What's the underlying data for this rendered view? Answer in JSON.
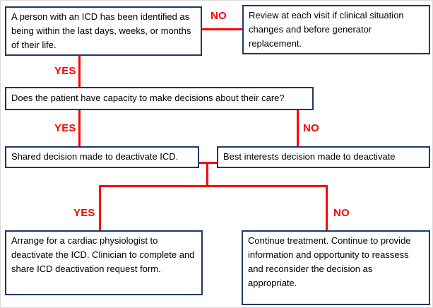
{
  "colors": {
    "box_border": "#1f3864",
    "connector": "#ff0000",
    "text": "#000000",
    "page_background": "#ffffff"
  },
  "labels": {
    "yes": "YES",
    "no": "NO"
  },
  "nodes": {
    "identified": "A person with an ICD has been identified as being within the last days, weeks, or months of their life.",
    "review": "Review at each visit if clinical situation changes and before generator replacement.",
    "capacity": "Does the patient have capacity to make decisions about their care?",
    "shared_decision": "Shared decision made to deactivate ICD.",
    "best_interests": "Best interests decision made to deactivate",
    "arrange": "Arrange for a cardiac physiologist to deactivate the ICD. Clinician to complete and share ICD deactivation request form.",
    "continue_treatment": "Continue treatment. Continue to provide information and opportunity to reassess and reconsider the decision as appropriate."
  }
}
